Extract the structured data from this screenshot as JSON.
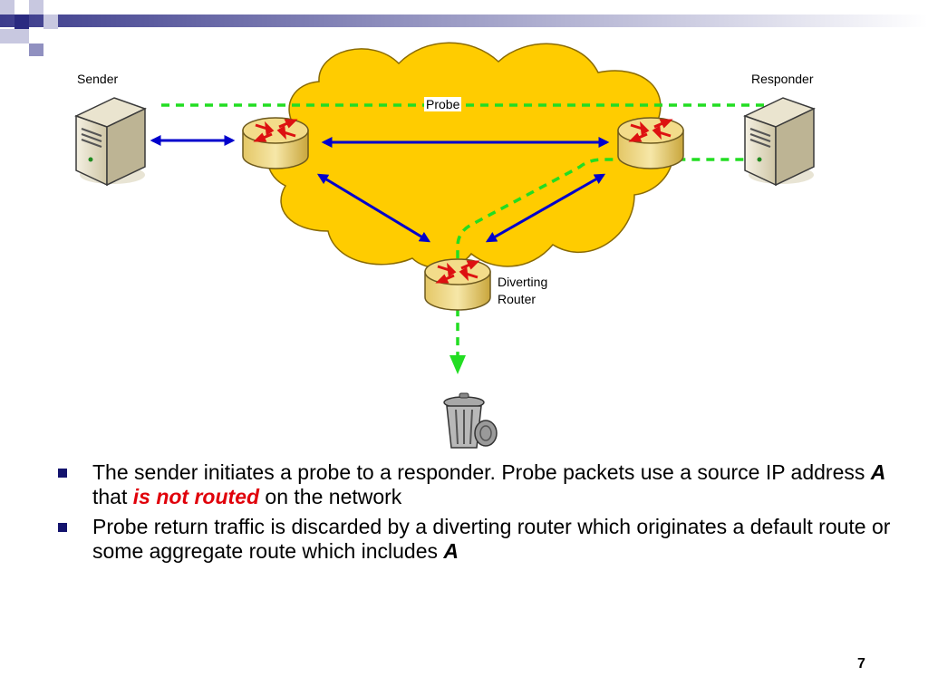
{
  "labels": {
    "sender": "Sender",
    "responder": "Responder",
    "probe": "Probe",
    "diverting_line1": "Diverting",
    "diverting_line2": "Router"
  },
  "bullets": [
    {
      "part1": "The sender initiates a probe to a responder.  Probe packets use a source IP address ",
      "em1": "A",
      "part2": " that ",
      "em2": "is not routed",
      "part3": " on the network"
    },
    {
      "part1": "Probe return traffic is discarded by a diverting router which originates a default route or some aggregate route which includes ",
      "em1": "A"
    }
  ],
  "page_number": "7",
  "colors": {
    "cloud": "#ffcc00",
    "link_arrows": "#0000cc",
    "probe_path": "#22dd22",
    "bullet": "#14146e",
    "emphasis": "#e0000a"
  },
  "icons": [
    "server-icon",
    "router-icon",
    "trash-can-icon"
  ]
}
